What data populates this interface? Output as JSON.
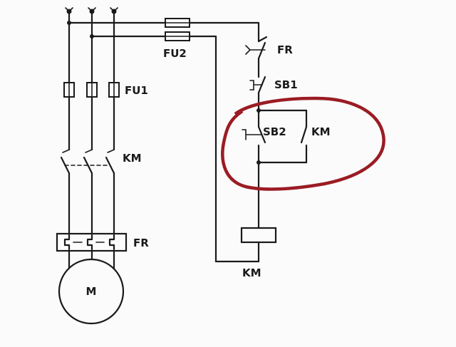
{
  "labels": {
    "fu2": "FU2",
    "fr_contact": "FR",
    "sb1": "SB1",
    "sb2": "SB2",
    "km_aux": "KM",
    "fu1": "FU1",
    "km_main": "KM",
    "fr_thermal": "FR",
    "km_coil": "KM",
    "motor": "M"
  },
  "colors": {
    "wire": "#1a1a1a",
    "highlight": "#9b1c24"
  }
}
